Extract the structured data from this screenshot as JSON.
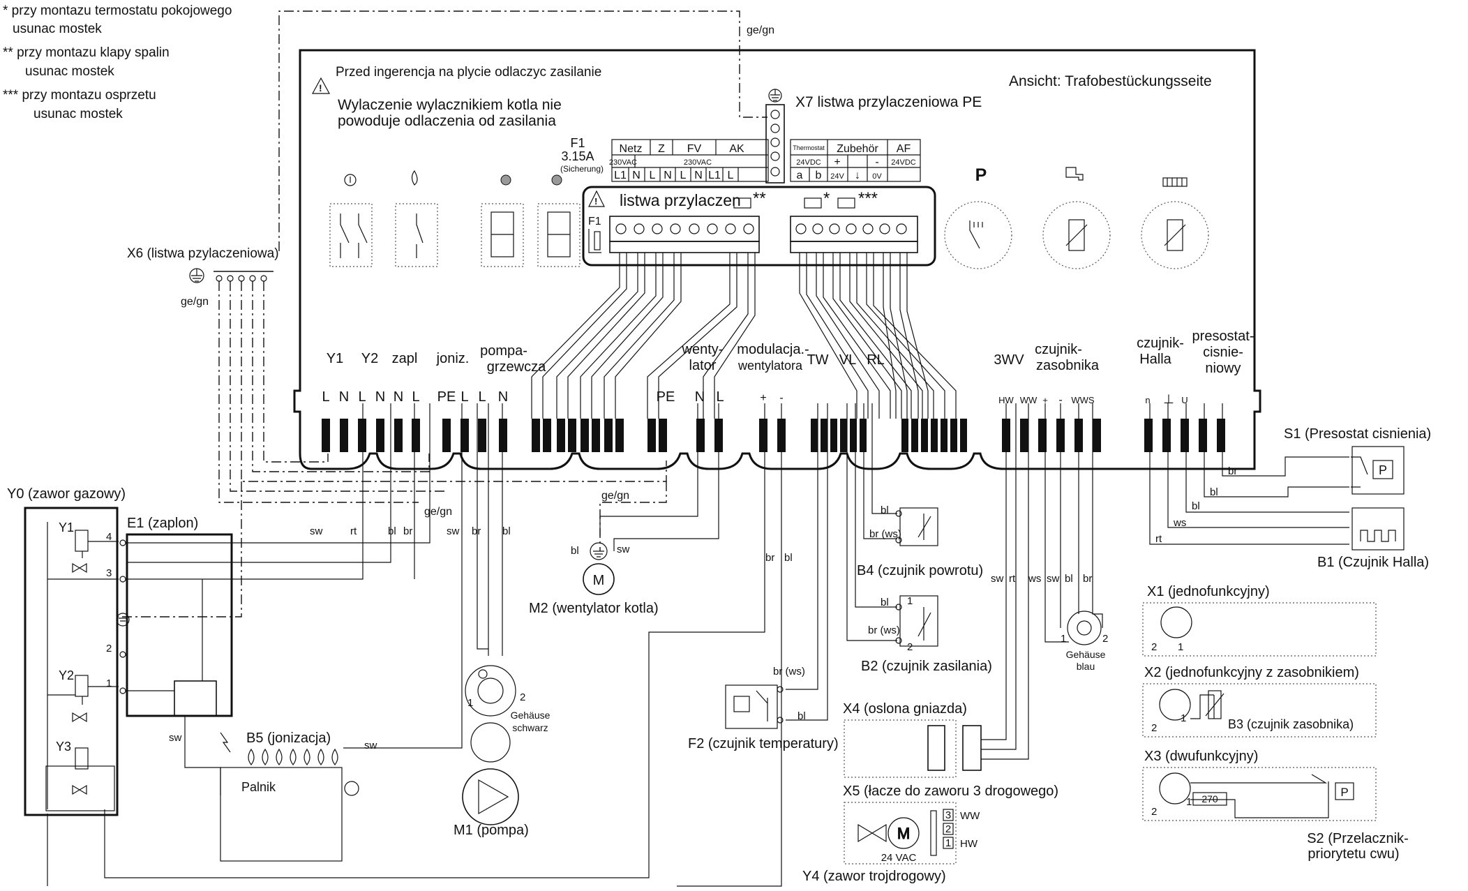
{
  "notes": [
    "* przy montazu termostatu pokojowego",
    "usunac mostek",
    "** przy montazu klapy spalin",
    "usunac mostek",
    "*** przy montazu osprzetu",
    "usunac mostek"
  ],
  "board": {
    "warning": "Przed ingerencja na plycie odlaczyc zasilanie",
    "note_line1": "Wylaczenie wylacznikiem kotla nie",
    "note_line2": "powoduje odlaczenia od zasilania",
    "view": "Ansicht: Trafobestückungsseite",
    "fuse_name": "F1",
    "fuse_value": "3.15A",
    "fuse_note": "(Sicherung)",
    "fuse_inner": "F1",
    "strip_label": "listwa przylaczen",
    "mark_2": "**",
    "mark_1": "*",
    "mark_3": "***",
    "pressure_symbol": "P"
  },
  "x7_label": "X7 listwa przylaczeniowa PE",
  "ge_gn": "ge/gn",
  "terminal_table_left": {
    "groups": [
      "Netz",
      "Z",
      "FV",
      "AK"
    ],
    "voltages": [
      "230VAC",
      "230VAC"
    ],
    "pins": [
      "L1",
      "N",
      "L",
      "N",
      "L",
      "N",
      "L1",
      "L"
    ]
  },
  "terminal_table_right": {
    "groups": [
      "Thermostat",
      "Zubehör",
      "AF"
    ],
    "row2": [
      "24VDC",
      "+",
      "-",
      "24VDC"
    ],
    "pins": [
      "a",
      "b",
      "24V",
      "↓",
      "0V"
    ]
  },
  "x6_label": "X6 (listwa pzylaczeniowa)",
  "connectors": {
    "labels": [
      "Y1",
      "Y2",
      "zapl",
      "joniz.",
      "pompa-",
      "grzewcza",
      "wenty-",
      "lator",
      "modulacja.-",
      "wentylatora",
      "TW",
      "VL",
      "RL",
      "3WV",
      "czujnik-",
      "zasobnika",
      "czujnik-",
      "Halla",
      "presostat-",
      "cisnie-",
      "niowy"
    ],
    "pins_left": [
      "L",
      "N",
      "L",
      "N",
      "N",
      "L",
      "PE",
      "L",
      "L",
      "N"
    ],
    "pins_mid": [
      "PE",
      "N",
      "L",
      "+",
      "-"
    ],
    "pins_right": [
      "HW",
      "WW",
      "+",
      "-",
      "WWS",
      "n",
      "⊥",
      "U"
    ]
  },
  "components": {
    "y0": "Y0 (zawor gazowy)",
    "e1": "E1 (zaplon)",
    "y1": "Y1",
    "y2": "Y2",
    "y3": "Y3",
    "e1_pins": [
      "4",
      "3",
      "2",
      "1"
    ],
    "b5": "B5 (jonizacja)",
    "burner": "Palnik",
    "m1": "M1 (pompa)",
    "m2": "M2 (wentylator kotla)",
    "housing_black_1": "Gehäuse",
    "housing_black_2": "schwarz",
    "housing_blue_1": "Gehäuse",
    "housing_blue_2": "blau",
    "b4": "B4 (czujnik powrotu)",
    "b2": "B2 (czujnik zasilania)",
    "f2": "F2 (czujnik temperatury)",
    "x4": "X4 (oslona gniazda)",
    "x5": "X5 (łacze do zaworu 3 drogowego)",
    "y4": "Y4 (zawor trojdrogowy)",
    "y4_voltage": "24 VAC",
    "y4_pins": [
      "3",
      "2",
      "1"
    ],
    "y4_ports": [
      "WW",
      "HW"
    ],
    "s1": "S1 (Presostat cisnienia)",
    "b1": "B1 (Czujnik Halla)",
    "x1": "X1 (jednofunkcyjny)",
    "x2": "X2 (jednofunkcyjny z zasobnikiem)",
    "b3": "B3 (czujnik zasobnika)",
    "x3": "X3 (dwufunkcyjny)",
    "resistor": "270",
    "s2_line1": "S2 (Przelacznik-",
    "s2_line2": "priorytetu cwu)",
    "p_box": "P"
  },
  "wires": {
    "sw": "sw",
    "rt": "rt",
    "bl": "bl",
    "br": "br",
    "ws": "ws",
    "br_ws": "br (ws)"
  },
  "pin_numbers": [
    "1",
    "2"
  ]
}
